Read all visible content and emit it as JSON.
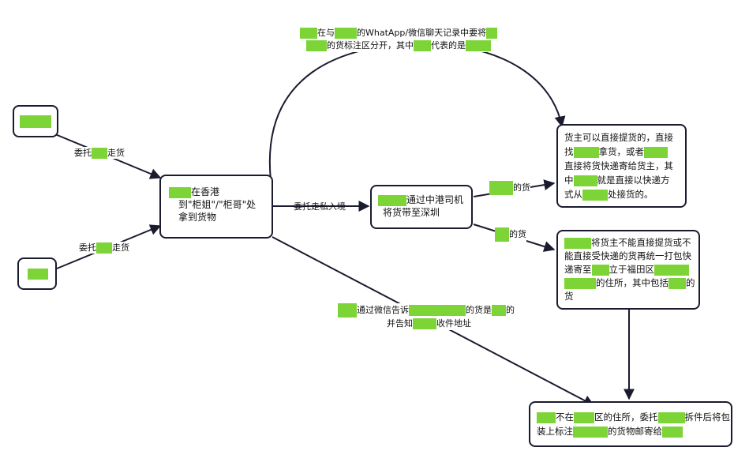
{
  "nodes": {
    "src_top": {},
    "src_bottom": {},
    "hk_pickup": {
      "l1": "在香港",
      "l2": "到\"柜姐\"/\"柜哥\"处",
      "l3": "拿到货物"
    },
    "sz_driver": {
      "l1": "通过中港司机",
      "l2": "将货带至深圳"
    },
    "direct": {
      "l1": "货主可以直接提货的，直接",
      "l2a": "找",
      "l2b": "拿货，或者",
      "l3": "直接将货快递寄给货主，其",
      "l4a": "中",
      "l4b": "就是直接以快递方",
      "l5a": "式从",
      "l5b": "处接货的。"
    },
    "indirect": {
      "l1": "将货主不能直接提货或不",
      "l2": "能直接受快递的货再统一打包快",
      "l3a": "递寄至",
      "l3b": "立于福田区",
      "l4": "的住所，其中包括",
      "l4b": "的",
      "l5": "货"
    },
    "final": {
      "l1a": "不在",
      "l1b": "区的住所，委托",
      "l1c": "拆件后将包",
      "l2a": "装上标注",
      "l2b": "的货物邮寄给"
    }
  },
  "edges": {
    "entrust_top": {
      "a": "委托",
      "b": "走货"
    },
    "entrust_bottom": {
      "a": "委托",
      "b": "走货"
    },
    "smuggle": "委托走私入境",
    "arc": {
      "l1a": "在与",
      "l1b": "的WhatApp/微信聊天记录中要将",
      "l2a": "的货标注区分开，其中",
      "l2b": "代表的是"
    },
    "goods_a": "的货",
    "goods_b": "的货",
    "wechat": {
      "l1a": "通过微信告诉",
      "l1b": "的货是",
      "l1c": "的",
      "l2a": "并告知",
      "l2b": "收件地址"
    }
  }
}
